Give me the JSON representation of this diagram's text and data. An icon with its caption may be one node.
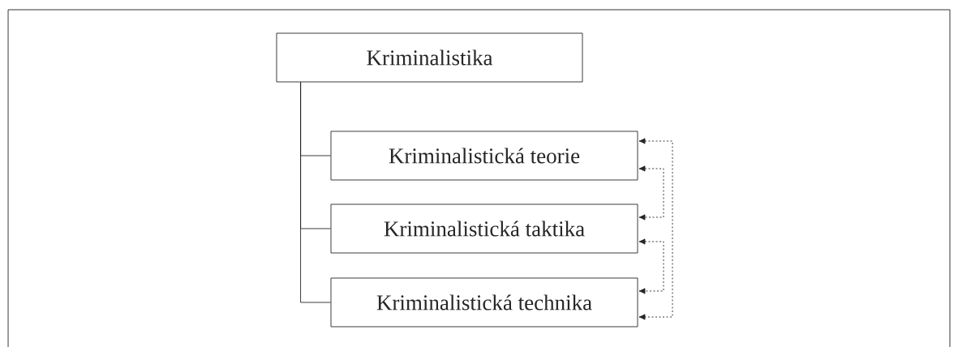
{
  "diagram": {
    "nodes": [
      {
        "text": [
          "Kriminalistika"
        ]
      },
      {
        "text": [
          "Kriminalistická teorie"
        ]
      },
      {
        "text": [
          "Kriminalistická taktika"
        ]
      },
      {
        "text": [
          "Kriminalistická technika"
        ]
      }
    ],
    "edges": [
      {
        "from": 0,
        "to": 1,
        "arrow": "none"
      },
      {
        "from": 0,
        "to": 2,
        "arrow": "none"
      },
      {
        "from": 0,
        "to": 3,
        "arrow": "none"
      },
      {
        "from": 1,
        "to": 3,
        "arrow": "both",
        "style": "dashed"
      },
      {
        "from": 1,
        "to": 2,
        "arrow": "both",
        "style": "dashed"
      },
      {
        "from": 2,
        "to": 3,
        "arrow": "both",
        "style": "dashed"
      }
    ]
  }
}
